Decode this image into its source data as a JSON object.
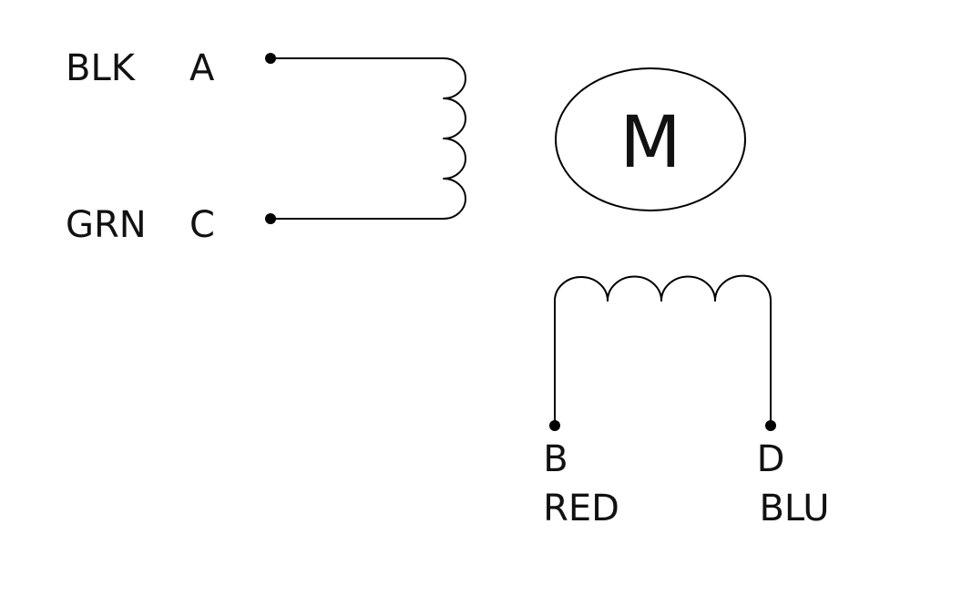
{
  "diagram": {
    "motor": {
      "label": "M"
    },
    "winding_1": {
      "terminal_top": {
        "letter": "A",
        "wire_color": "BLK"
      },
      "terminal_bottom": {
        "letter": "C",
        "wire_color": "GRN"
      },
      "coil_loops": 4
    },
    "winding_2": {
      "terminal_left": {
        "letter": "B",
        "wire_color": "RED"
      },
      "terminal_right": {
        "letter": "D",
        "wire_color": "BLU"
      },
      "coil_loops": 4
    },
    "colors": {
      "line": "#000000",
      "background": "#ffffff"
    }
  }
}
